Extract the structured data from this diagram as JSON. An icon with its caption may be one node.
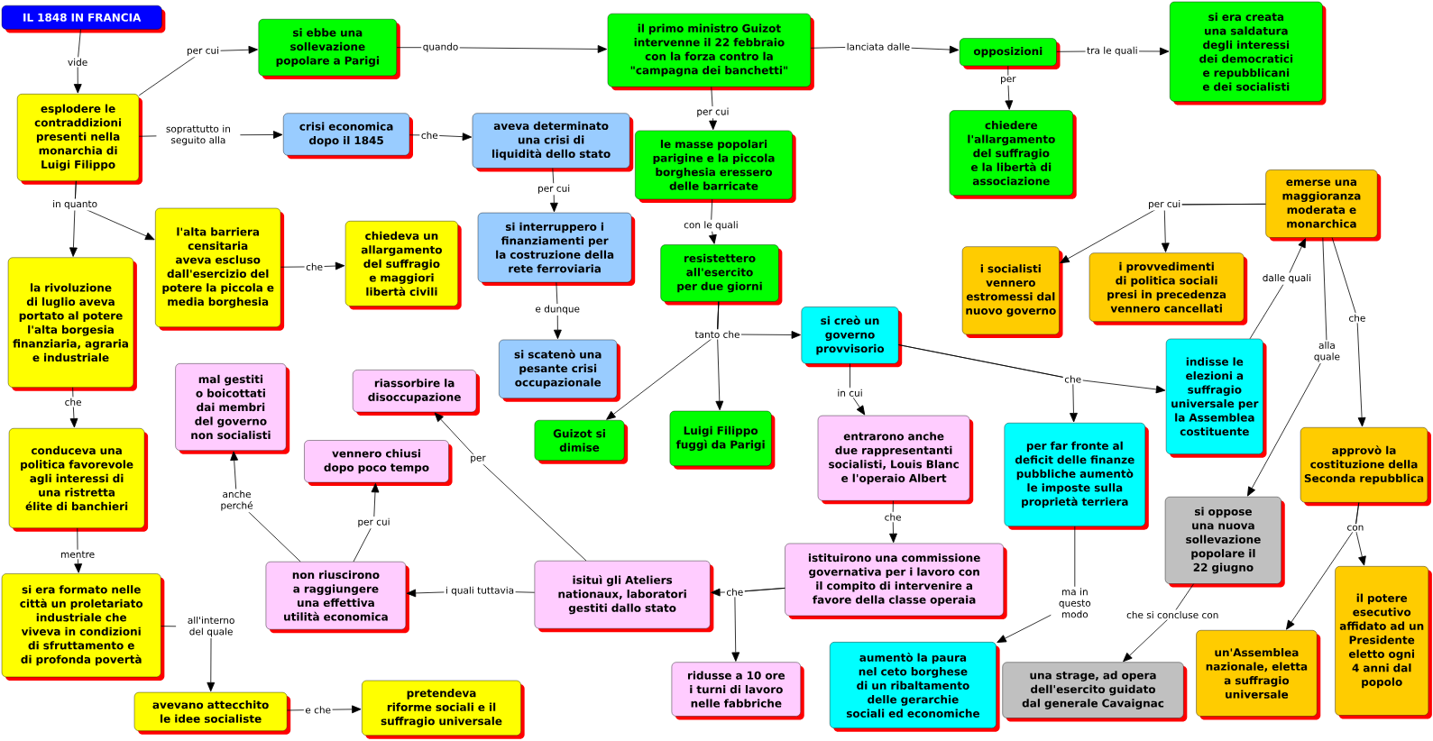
{
  "diagram": {
    "nodes": [
      {
        "text": [
          "IL 1848 IN FRANCIA"
        ]
      },
      {
        "text": [
          "esplodere le contraddizioni presenti nella monarchia di Luigi Filippo"
        ]
      },
      {
        "text": [
          "si ebbe una sollevazione popolare a Parigi"
        ]
      },
      {
        "text": [
          "crisi economica dopo il 1845"
        ]
      },
      {
        "text": [
          "aveva determinato una crisi di liquidità dello stato"
        ]
      },
      {
        "text": [
          "il primo ministro Guizot intervenne il 22 febbraio con la forza contro la \"campagna dei banchetti\""
        ]
      },
      {
        "text": [
          "opposizioni"
        ]
      },
      {
        "text": [
          "si era creata una saldatura degli interessi dei democratici e repubblicani e dei socialisti"
        ]
      },
      {
        "text": [
          "chiedere l'allargamento del suffragio e la libertà di associazione"
        ]
      },
      {
        "text": [
          "le masse popolari parigine e la piccola borghesia eressero delle barricate"
        ]
      },
      {
        "text": [
          "l'alta barriera censitaria aveva escluso dall'esercizio del potere la piccola e media borghesia"
        ]
      },
      {
        "text": [
          "chiedeva un allargamento del suffragio e maggiori libertà civili"
        ]
      },
      {
        "text": [
          "si interruppero i finanziamenti per la costruzione della rete ferroviaria"
        ]
      },
      {
        "text": [
          "resistettero all'esercito per due giorni"
        ]
      },
      {
        "text": [
          "la rivoluzione di luglio aveva portato al potere l'alta borgesia finanziaria, agraria e industriale"
        ]
      },
      {
        "text": [
          "emerse una maggioranza moderata e monarchica"
        ]
      },
      {
        "text": [
          "i socialisti vennero estromessi dal nuovo governo"
        ]
      },
      {
        "text": [
          "i provvedimenti di politica sociali presi in precedenza vennero cancellati"
        ]
      },
      {
        "text": [
          "si creò un governo provvisorio"
        ]
      },
      {
        "text": [
          "si scatenò una pesante crisi occupazionale"
        ]
      },
      {
        "text": [
          "indisse le elezioni a suffragio universale per la Assemblea costituente"
        ]
      },
      {
        "text": [
          "mal gestiti o boicottati dai membri del governo non socialisti"
        ]
      },
      {
        "text": [
          "riassorbire la disoccupazione"
        ]
      },
      {
        "text": [
          "Guizot si dimise"
        ]
      },
      {
        "text": [
          "Luigi Filippo fuggì da Parigi"
        ]
      },
      {
        "text": [
          "entrarono anche due rappresentanti socialisti, Louis Blanc e l'operaio Albert"
        ]
      },
      {
        "text": [
          "conduceva una politica favorevole agli interessi di una ristretta élite di banchieri"
        ]
      },
      {
        "text": [
          "per far fronte al deficit delle finanze pubbliche aumentò le imposte sulla proprietà terriera"
        ]
      },
      {
        "text": [
          "approvò la costituzione della Seconda repubblica"
        ]
      },
      {
        "text": [
          "vennero chiusi dopo  poco tempo"
        ]
      },
      {
        "text": [
          "si oppose una nuova sollevazione popolare il 22 giugno"
        ]
      },
      {
        "text": [
          "istituirono una commissione governativa per i lavoro con il compito di intervenire a favore della classe operaia"
        ]
      },
      {
        "text": [
          "non riuscirono a raggiungere una effettiva utilità economica"
        ]
      },
      {
        "text": [
          "isituì gli Ateliers nationaux, laboratori gestiti dallo stato"
        ]
      },
      {
        "text": [
          "si era formato nelle città un proletariato industriale che viveva in condizioni di sfruttamento e di profonda povertà"
        ]
      },
      {
        "text": [
          "il potere esecutivo affidato ad un Presidente eletto ogni 4 anni dal popolo"
        ]
      },
      {
        "text": [
          "un'Assemblea nazionale, eletta a suffragio universale"
        ]
      },
      {
        "text": [
          "aumentò la paura nel ceto borghese di un ribaltamento delle gerarchie sociali ed economiche"
        ]
      },
      {
        "text": [
          "una strage, ad opera dell'esercito guidato dal generale Cavaignac"
        ]
      },
      {
        "text": [
          "ridusse a 10 ore i turni di lavoro nelle fabbriche"
        ]
      },
      {
        "text": [
          "avevano attecchito le idee socialiste"
        ]
      },
      {
        "text": [
          "pretendeva riforme sociali e il suffragio universale"
        ]
      }
    ],
    "edges": [
      {
        "from": 0,
        "to": 1,
        "arrow": "to",
        "label": "vide"
      },
      {
        "from": 1,
        "to": 2,
        "arrow": "to",
        "label": "per cui"
      },
      {
        "from": 2,
        "to": 5,
        "arrow": "to",
        "label": "quando"
      },
      {
        "from": 5,
        "to": 6,
        "arrow": "to",
        "label": "lanciata dalle"
      },
      {
        "from": 6,
        "to": 7,
        "arrow": "to",
        "label": "tra le quali"
      },
      {
        "from": 6,
        "to": 8,
        "arrow": "to",
        "label": "per"
      },
      {
        "from": 1,
        "to": 3,
        "arrow": "to",
        "label": "soprattutto in seguito alla"
      },
      {
        "from": 3,
        "to": 4,
        "arrow": "to",
        "label": "che"
      },
      {
        "from": 5,
        "to": 9,
        "arrow": "to",
        "label": "per cui"
      },
      {
        "from": 4,
        "to": 12,
        "arrow": "to",
        "label": "per cui"
      },
      {
        "from": 9,
        "to": 13,
        "arrow": "to",
        "label": "con le quali"
      },
      {
        "from": 1,
        "to": 14,
        "arrow": "to",
        "label": "in quanto"
      },
      {
        "from": 1,
        "to": 10,
        "arrow": "to"
      },
      {
        "from": 10,
        "to": 11,
        "arrow": "to",
        "label": "che"
      },
      {
        "from": 12,
        "to": 19,
        "arrow": "to",
        "label": "e dunque"
      },
      {
        "from": 13,
        "to": 18,
        "arrow": "to",
        "label": "tanto che"
      },
      {
        "from": 13,
        "to": 23,
        "arrow": "to"
      },
      {
        "from": 13,
        "to": 24,
        "arrow": "to"
      },
      {
        "from": 15,
        "to": 16,
        "arrow": "to",
        "label": "per cui"
      },
      {
        "from": 15,
        "to": 17,
        "arrow": "to"
      },
      {
        "from": 20,
        "to": 15,
        "arrow": "to",
        "label": "dalle quali"
      },
      {
        "from": 15,
        "to": 30,
        "arrow": "to",
        "label": "alla quale"
      },
      {
        "from": 15,
        "to": 28,
        "arrow": "to",
        "label": "che"
      },
      {
        "from": 18,
        "to": 25,
        "arrow": "to",
        "label": "in cui"
      },
      {
        "from": 18,
        "to": 20,
        "arrow": "to",
        "label": "che"
      },
      {
        "from": 18,
        "to": 27,
        "arrow": "to"
      },
      {
        "from": 14,
        "to": 26,
        "arrow": "to",
        "label": "che"
      },
      {
        "from": 25,
        "to": 31,
        "arrow": "to",
        "label": "che"
      },
      {
        "from": 31,
        "to": 33,
        "arrow": "to",
        "label": "che"
      },
      {
        "from": 31,
        "to": 39,
        "arrow": "to"
      },
      {
        "from": 33,
        "to": 32,
        "arrow": "to",
        "label": "i quali tuttavia"
      },
      {
        "from": 33,
        "to": 22,
        "arrow": "to",
        "label": "per"
      },
      {
        "from": 32,
        "to": 21,
        "arrow": "to",
        "label": "anche perché"
      },
      {
        "from": 32,
        "to": 29,
        "arrow": "to",
        "label": "per cui"
      },
      {
        "from": 26,
        "to": 34,
        "arrow": "to",
        "label": "mentre"
      },
      {
        "from": 34,
        "to": 40,
        "arrow": "to",
        "label": "all'interno del quale"
      },
      {
        "from": 40,
        "to": 41,
        "arrow": "to",
        "label": "e che"
      },
      {
        "from": 27,
        "to": 37,
        "arrow": "to",
        "label": "ma in questo modo"
      },
      {
        "from": 30,
        "to": 38,
        "arrow": "to",
        "label": "che si concluse con"
      },
      {
        "from": 28,
        "to": 35,
        "arrow": "to",
        "label": "con"
      },
      {
        "from": 28,
        "to": 36,
        "arrow": "to"
      }
    ]
  }
}
